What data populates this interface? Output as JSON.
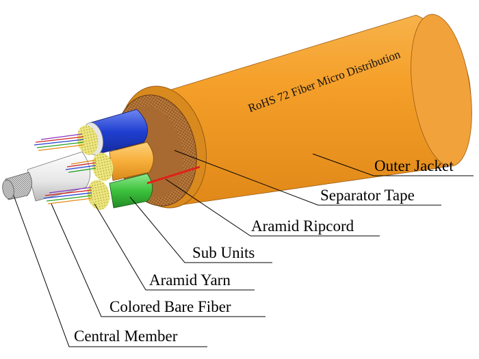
{
  "cable_print": "RoHS 72 Fiber Micro Distribution",
  "labels": {
    "outer_jacket": "Outer Jacket",
    "separator_tape": "Separator Tape",
    "aramid_ripcord": "Aramid Ripcord",
    "sub_units": "Sub Units",
    "aramid_yarn": "Aramid Yarn",
    "colored_bare_fiber": "Colored Bare Fiber",
    "central_member": "Central Member"
  },
  "colors": {
    "jacket": "#f5a02a",
    "jacket_dark": "#d97f14",
    "separator_tape": "#b8773a",
    "sub_unit_blue": "#1f3fd0",
    "sub_unit_orange": "#f7ae3a",
    "sub_unit_green": "#3cc23c",
    "sub_unit_white": "#e8e8e8",
    "ripcord": "#e0201a",
    "aramid_yarn": "#e8e070"
  }
}
